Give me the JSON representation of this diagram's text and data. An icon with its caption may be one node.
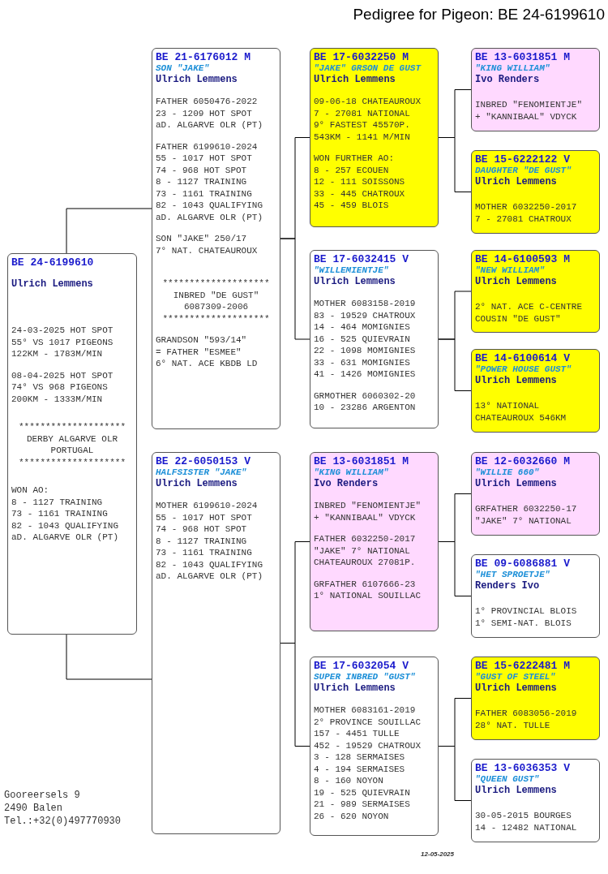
{
  "diagram": {
    "title": "Pedigree for Pigeon: BE 24-6199610",
    "nodes": [
      {
        "text": [
          "BE 24-6199610",
          "Ulrich Lemmens",
          "24-03-2025 HOT SPOT",
          "55° VS 1017 PIGEONS",
          "122KM - 1783M/MIN",
          "08-04-2025 HOT SPOT",
          "74° VS 968 PIGEONS",
          "200KM - 1333M/MIN",
          "********************",
          "DERBY ALGARVE OLR",
          "PORTUGAL",
          "********************",
          "WON AO:",
          "8 - 1127 TRAINING",
          "73 - 1161 TRAINING",
          "82 - 1043 QUALIFYING",
          "aD. ALGARVE OLR (PT)"
        ]
      },
      {
        "text": [
          "BE 21-6176012 M",
          "SON \"JAKE\"",
          "Ulrich Lemmens",
          "FATHER 6050476-2022",
          "23 - 1209 HOT SPOT",
          "aD. ALGARVE OLR (PT)",
          "FATHER 6199610-2024",
          "55 - 1017 HOT SPOT",
          "74 - 968 HOT SPOT",
          "8 - 1127 TRAINING",
          "73 - 1161 TRAINING",
          "82 - 1043 QUALIFYING",
          "aD. ALGARVE OLR (PT)",
          "SON \"JAKE\" 250/17",
          "7° NAT. CHATEAUROUX",
          "********************",
          "INBRED \"DE GUST\"",
          "6087309-2006",
          "********************",
          "GRANDSON \"593/14\"",
          "= FATHER \"ESMEE\"",
          "6° NAT. ACE KBDB LD"
        ]
      },
      {
        "text": [
          "BE 22-6050153 V",
          "HALFSISTER \"JAKE\"",
          "Ulrich Lemmens",
          "MOTHER 6199610-2024",
          "55 - 1017 HOT SPOT",
          "74 - 968 HOT SPOT",
          "8 - 1127 TRAINING",
          "73 - 1161 TRAINING",
          "82 - 1043 QUALIFYING",
          "aD. ALGARVE OLR (PT)"
        ]
      },
      {
        "text": [
          "BE 17-6032250 M",
          "\"JAKE\" GRSON DE GUST",
          "Ulrich Lemmens",
          "09-06-18 CHATEAUROUX",
          "7 - 27081 NATIONAL",
          "9° FASTEST 45570P.",
          "543KM - 1141 M/MIN",
          "WON FURTHER AO:",
          "8 - 257 ECOUEN",
          "12 - 111 SOISSONS",
          "33 - 445 CHATROUX",
          "45 - 459 BLOIS"
        ]
      },
      {
        "text": [
          "BE 17-6032415 V",
          "\"WILLEMIENTJE\"",
          "Ulrich Lemmens",
          "MOTHER 6083158-2019",
          "83 - 19529 CHATROUX",
          "14 - 464 MOMIGNIES",
          "16 - 525 QUIEVRAIN",
          "22 - 1098 MOMIGNIES",
          "33 - 631 MOMIGNIES",
          "41 - 1426 MOMIGNIES",
          "GRMOTHER 6060302-20",
          "10 - 23286 ARGENTON"
        ]
      },
      {
        "text": [
          "BE 13-6031851 M",
          "\"KING WILLIAM\"",
          "Ivo Renders",
          "INBRED \"FENOMIENTJE\"",
          "+ \"KANNIBAAL\" VDYCK",
          "FATHER 6032250-2017",
          "\"JAKE\" 7° NATIONAL",
          "CHATEAUROUX 27081P.",
          "GRFATHER 6107666-23",
          "1° NATIONAL SOUILLAC"
        ]
      },
      {
        "text": [
          "BE 17-6032054 V",
          "SUPER INBRED \"GUST\"",
          "Ulrich Lemmens",
          "MOTHER 6083161-2019",
          "2° PROVINCE SOUILLAC",
          "157 - 4451 TULLE",
          "452 - 19529 CHATROUX",
          "3 - 128 SERMAISES",
          "4 - 194 SERMAISES",
          "8 - 160 NOYON",
          "19 - 525 QUIEVRAIN",
          "21 - 989 SERMAISES",
          "26 - 620 NOYON"
        ]
      },
      {
        "text": [
          "BE 13-6031851 M",
          "\"KING WILLIAM\"",
          "Ivo Renders",
          "INBRED \"FENOMIENTJE\"",
          "+ \"KANNIBAAL\" VDYCK"
        ]
      },
      {
        "text": [
          "BE 15-6222122 V",
          "DAUGHTER \"DE GUST\"",
          "Ulrich Lemmens",
          "MOTHER 6032250-2017",
          "7 - 27081 CHATROUX"
        ]
      },
      {
        "text": [
          "BE 14-6100593 M",
          "\"NEW WILLIAM\"",
          "Ulrich Lemmens",
          "2° NAT. ACE C-CENTRE",
          "COUSIN \"DE GUST\""
        ]
      },
      {
        "text": [
          "BE 14-6100614 V",
          "\"POWER HOUSE GUST\"",
          "Ulrich Lemmens",
          "13° NATIONAL",
          "CHATEAUROUX 546KM"
        ]
      },
      {
        "text": [
          "BE 12-6032660 M",
          "\"WILLIE 660\"",
          "Ulrich Lemmens",
          "GRFATHER 6032250-17",
          "\"JAKE\" 7° NATIONAL"
        ]
      },
      {
        "text": [
          "BE 09-6086881 V",
          "\"HET SPROETJE\"",
          "Renders Ivo",
          "1° PROVINCIAL BLOIS",
          "1° SEMI-NAT. BLOIS"
        ]
      },
      {
        "text": [
          "BE 15-6222481 M",
          "\"GUST OF STEEL\"",
          "Ulrich Lemmens",
          "FATHER 6083056-2019",
          "28° NAT. TULLE"
        ]
      },
      {
        "text": [
          "BE 13-6036353 V",
          "\"QUEEN GUST\"",
          "Ulrich Lemmens",
          "30-05-2015 BOURGES",
          "14 - 12482 NATIONAL"
        ]
      }
    ],
    "edges": [
      {
        "from": 0,
        "to": 1,
        "arrow": "none"
      },
      {
        "from": 0,
        "to": 2,
        "arrow": "none"
      },
      {
        "from": 1,
        "to": 3,
        "arrow": "none"
      },
      {
        "from": 1,
        "to": 4,
        "arrow": "none"
      },
      {
        "from": 2,
        "to": 5,
        "arrow": "none"
      },
      {
        "from": 2,
        "to": 6,
        "arrow": "none"
      },
      {
        "from": 3,
        "to": 7,
        "arrow": "none"
      },
      {
        "from": 3,
        "to": 8,
        "arrow": "none"
      },
      {
        "from": 4,
        "to": 9,
        "arrow": "none"
      },
      {
        "from": 4,
        "to": 10,
        "arrow": "none"
      },
      {
        "from": 5,
        "to": 11,
        "arrow": "none"
      },
      {
        "from": 5,
        "to": 12,
        "arrow": "none"
      },
      {
        "from": 6,
        "to": 13,
        "arrow": "none"
      },
      {
        "from": 6,
        "to": 14,
        "arrow": "none"
      }
    ],
    "labels": [
      "Gooreersels 9",
      "2490 Balen",
      "Tel.:+32(0)497770930",
      "12-05-2025"
    ]
  }
}
